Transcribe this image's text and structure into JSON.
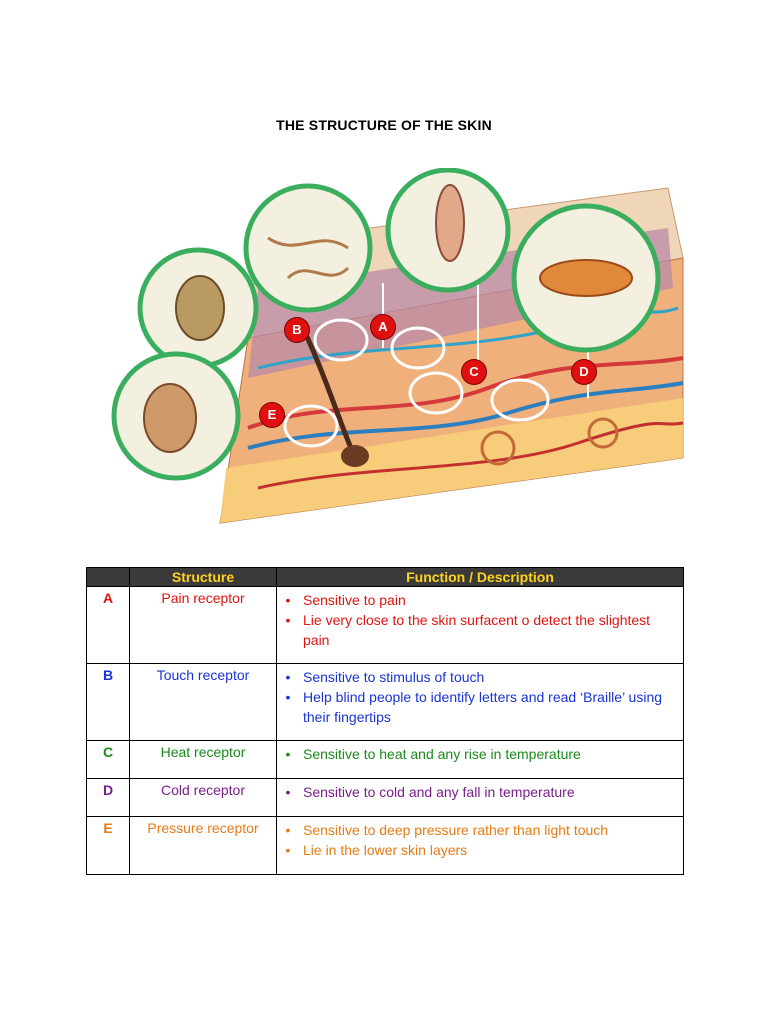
{
  "title": "THE STRUCTURE OF THE SKIN",
  "figure": {
    "markers": [
      "A",
      "B",
      "C",
      "D",
      "E"
    ],
    "marker_color": "#e01010"
  },
  "table": {
    "headers": [
      "",
      "Structure",
      "Function / Description"
    ],
    "rows": [
      {
        "letter": "A",
        "color": "#e0140f",
        "structure": "Pain receptor",
        "items": [
          "Sensitive to pain",
          "Lie very close to the skin surfacent o detect the slightest pain"
        ]
      },
      {
        "letter": "B",
        "color": "#1a33d6",
        "structure": "Touch receptor",
        "items": [
          "Sensitive to stimulus of touch",
          "Help blind people to identify letters and read ‘Braille’ using their fingertips"
        ]
      },
      {
        "letter": "C",
        "color": "#1b8a1b",
        "structure": "Heat receptor",
        "items": [
          "Sensitive to heat and any rise in temperature"
        ]
      },
      {
        "letter": "D",
        "color": "#7a1f8a",
        "structure": "Cold receptor",
        "items": [
          "Sensitive to cold and any fall in temperature"
        ]
      },
      {
        "letter": "E",
        "color": "#e67a14",
        "structure": "Pressure receptor",
        "items": [
          "Sensitive to deep pressure rather than light touch",
          "Lie in the lower skin layers"
        ]
      }
    ]
  }
}
